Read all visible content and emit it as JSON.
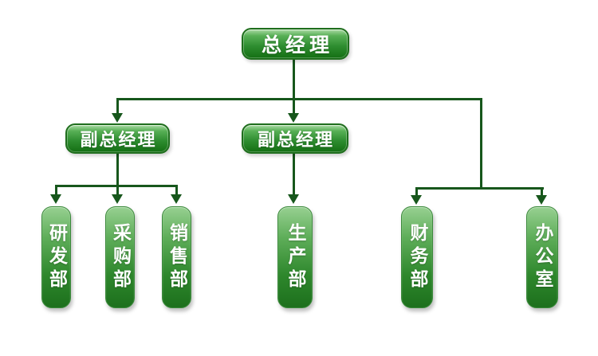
{
  "colors": {
    "node_gradient_top": "#97d091",
    "node_gradient_bottom": "#146f13",
    "node_border": "#1f6e1d",
    "connector": "#17571c",
    "text": "#ffffff",
    "background": "#ffffff"
  },
  "diagram": {
    "type": "org-chart",
    "root": {
      "label": "总经理"
    },
    "managers": [
      {
        "label": "副总经理"
      },
      {
        "label": "副总经理"
      }
    ],
    "departments": [
      {
        "label": "研发部"
      },
      {
        "label": "采购部"
      },
      {
        "label": "销售部"
      },
      {
        "label": "生产部"
      },
      {
        "label": "财务部"
      },
      {
        "label": "办公室"
      }
    ],
    "edges": [
      {
        "from": "root",
        "to": "managers.0"
      },
      {
        "from": "root",
        "to": "managers.1"
      },
      {
        "from": "root",
        "to": "departments.4"
      },
      {
        "from": "root",
        "to": "departments.5"
      },
      {
        "from": "managers.0",
        "to": "departments.0"
      },
      {
        "from": "managers.0",
        "to": "departments.1"
      },
      {
        "from": "managers.0",
        "to": "departments.2"
      },
      {
        "from": "managers.1",
        "to": "departments.3"
      }
    ]
  }
}
